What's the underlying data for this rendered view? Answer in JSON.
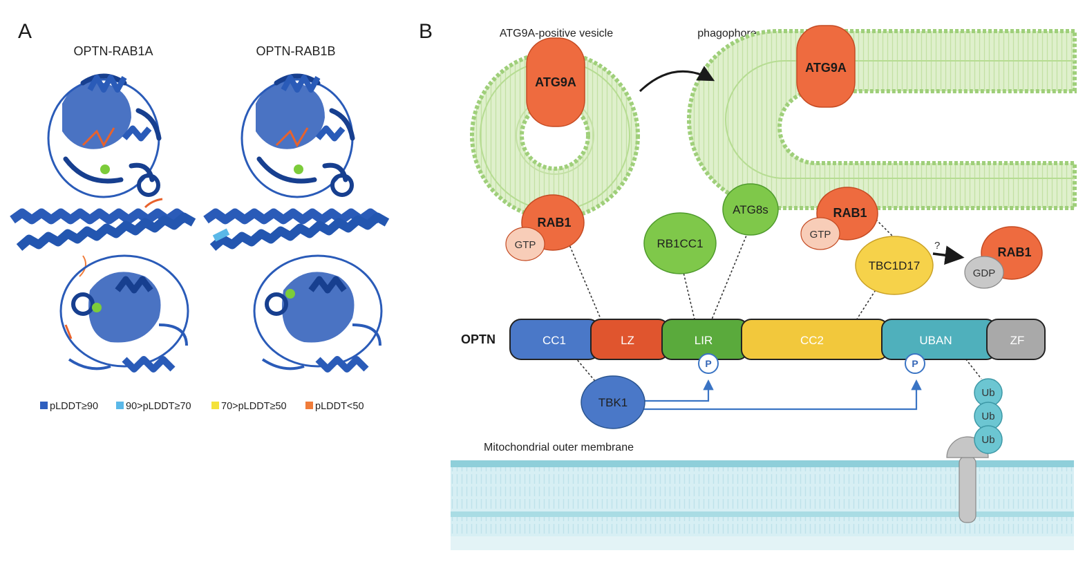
{
  "panel_a": {
    "label": "A",
    "models": [
      {
        "title": "OPTN-RAB1A"
      },
      {
        "title": "OPTN-RAB1B"
      }
    ],
    "legend": [
      {
        "label": "pLDDT≥90",
        "color": "#2f5fbf"
      },
      {
        "label": "90>pLDDT≥70",
        "color": "#5ab8e8"
      },
      {
        "label": "70>pLDDT≥50",
        "color": "#f4e23a"
      },
      {
        "label": "pLDDT<50",
        "color": "#f07c3a"
      }
    ],
    "colors": {
      "helix": "#2a5bb8",
      "helix_dark": "#173f8f",
      "ligand": "#e8622c",
      "ion": "#7ccc3a"
    }
  },
  "panel_b": {
    "label": "B",
    "captions": {
      "vesicle": "ATG9A-positive vesicle",
      "phagophore": "phagophore",
      "membrane": "Mitochondrial outer membrane"
    },
    "proteins": {
      "atg9a_vesicle": "ATG9A",
      "atg9a_phagophore": "ATG9A",
      "rab1_left": "RAB1",
      "gtp_left": "GTP",
      "rb1cc1": "RB1CC1",
      "atg8s": "ATG8s",
      "rab1_right": "RAB1",
      "gtp_right": "GTP",
      "tbc1d17": "TBC1D17",
      "question": "?",
      "rab1_gdp": "RAB1",
      "gdp": "GDP",
      "tbk1": "TBK1"
    },
    "optn": {
      "label": "OPTN",
      "domains": [
        {
          "name": "CC1",
          "color": "#4a78c8"
        },
        {
          "name": "LZ",
          "color": "#e0552e"
        },
        {
          "name": "LIR",
          "color": "#5aaa3c"
        },
        {
          "name": "CC2",
          "color": "#f2c83c"
        },
        {
          "name": "UBAN",
          "color": "#4fb0bc"
        },
        {
          "name": "ZF",
          "color": "#a9a9a9"
        }
      ],
      "phospho_label": "P"
    },
    "ubiquitin": [
      "Ub",
      "Ub",
      "Ub"
    ],
    "colors": {
      "atg9a": "#ee6b3f",
      "rab1": "#ee6b3f",
      "gtp": "#f8cdb8",
      "gdp": "#c8c8c8",
      "green_node": "#7fc84a",
      "tbc1d17": "#f6d24a",
      "tbk1": "#4a78c8",
      "vesicle_membrane": "#cfe8b4",
      "mito_membrane": "#cdeaf0",
      "ub": "#6cc6d2",
      "phospho_arrow": "#3a74c4"
    }
  }
}
